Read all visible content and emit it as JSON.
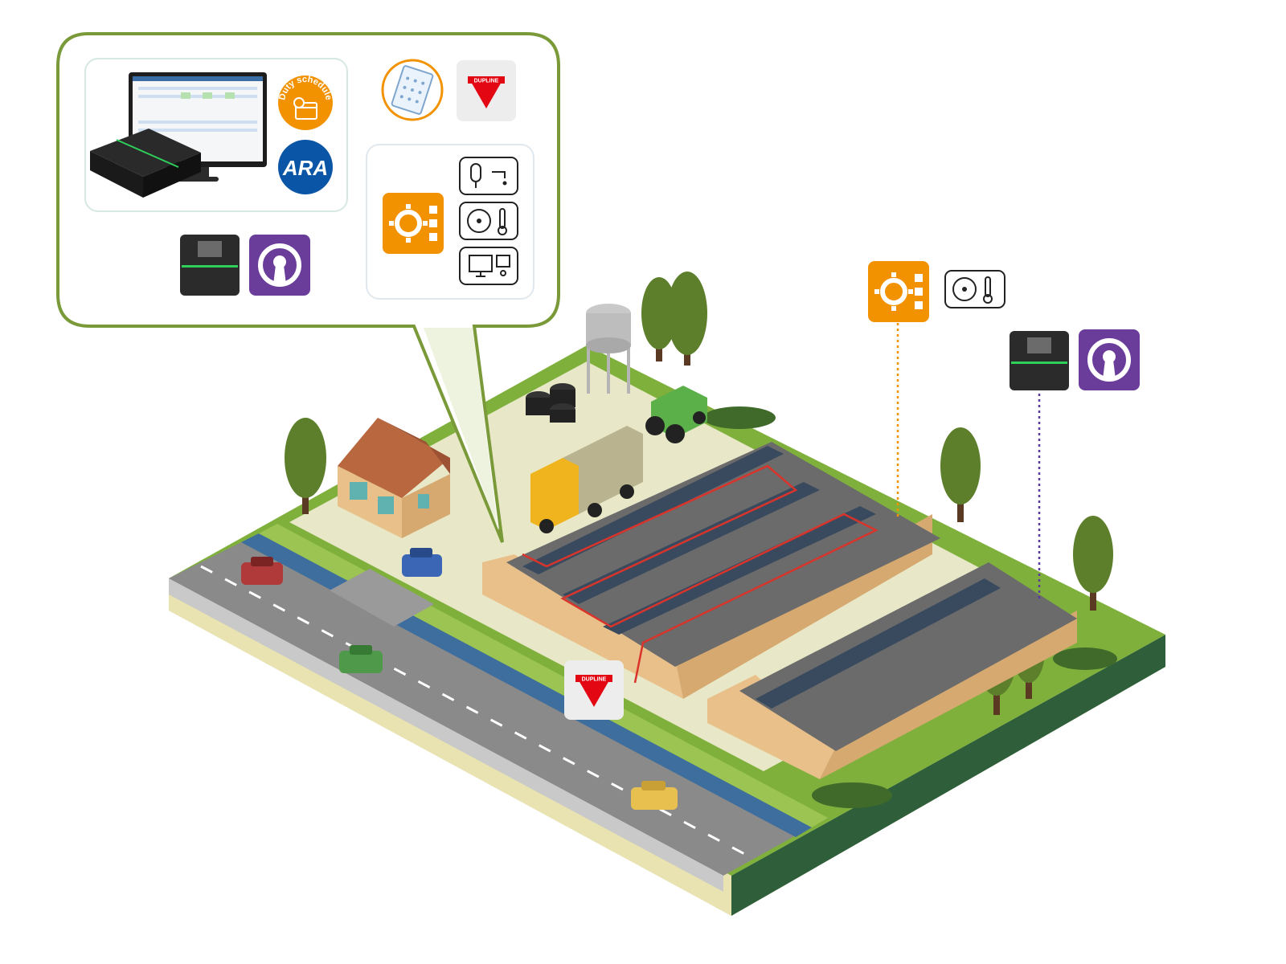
{
  "labels": {
    "duty_schedule": "Duty schedule",
    "ara": "ARA",
    "dupline_top": "DUPLINE",
    "dupline_bottom": "DUPLINE"
  },
  "colors": {
    "callout_border": "#7a9a3a",
    "orange": "#f39200",
    "purple": "#6a3d9a",
    "ara_blue": "#0a55a6",
    "dupline_red": "#e30613",
    "controller_dark": "#2b2b2b",
    "controller_led": "#2fd05a",
    "grass": "#7fb03c",
    "yard": "#e8e8c8",
    "road": "#8a8a8a",
    "water": "#3e6e9e",
    "roof": "#6b6b6b",
    "roof_solar": "#3a4a5e",
    "wall": "#e9c08a",
    "cable_red": "#d9342b",
    "orange_dots": "#f39200",
    "purple_dots": "#5a3a9a"
  },
  "icons": {
    "callout": [
      "monitor-icon",
      "keypad-controller-icon",
      "duty-schedule-icon",
      "ara-logo-icon",
      "tablet-keypad-icon",
      "dupline-logo-icon",
      "automation-gear-icon",
      "silo-water-icon",
      "fan-temperature-icon",
      "monitoring-screen-icon",
      "controller-box-icon",
      "app-keyhole-icon"
    ],
    "scene": [
      "automation-gear-icon",
      "fan-temperature-icon",
      "controller-box-icon",
      "app-keyhole-icon",
      "dupline-logo-icon"
    ]
  }
}
